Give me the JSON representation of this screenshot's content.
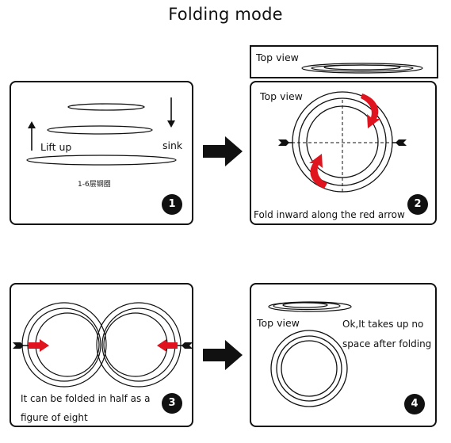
{
  "title": "Folding mode",
  "panel1": {
    "lift_up": "Lift up",
    "sink": "sink",
    "layers_note": "1-6层钢圈",
    "step": "1"
  },
  "top_strip": {
    "label": "Top view"
  },
  "panel2": {
    "top_view": "Top view",
    "caption": "Fold inward along the red arrow",
    "step": "2"
  },
  "panel3": {
    "caption_line1": "It can be folded in half as a",
    "caption_line2": "figure of eight",
    "step": "3"
  },
  "panel4": {
    "top_view": "Top view",
    "caption_line1": "Ok,It takes up no",
    "caption_line2": "space after folding",
    "step": "4"
  },
  "colors": {
    "red_arrow": "#e0141e",
    "ink": "#111111"
  }
}
